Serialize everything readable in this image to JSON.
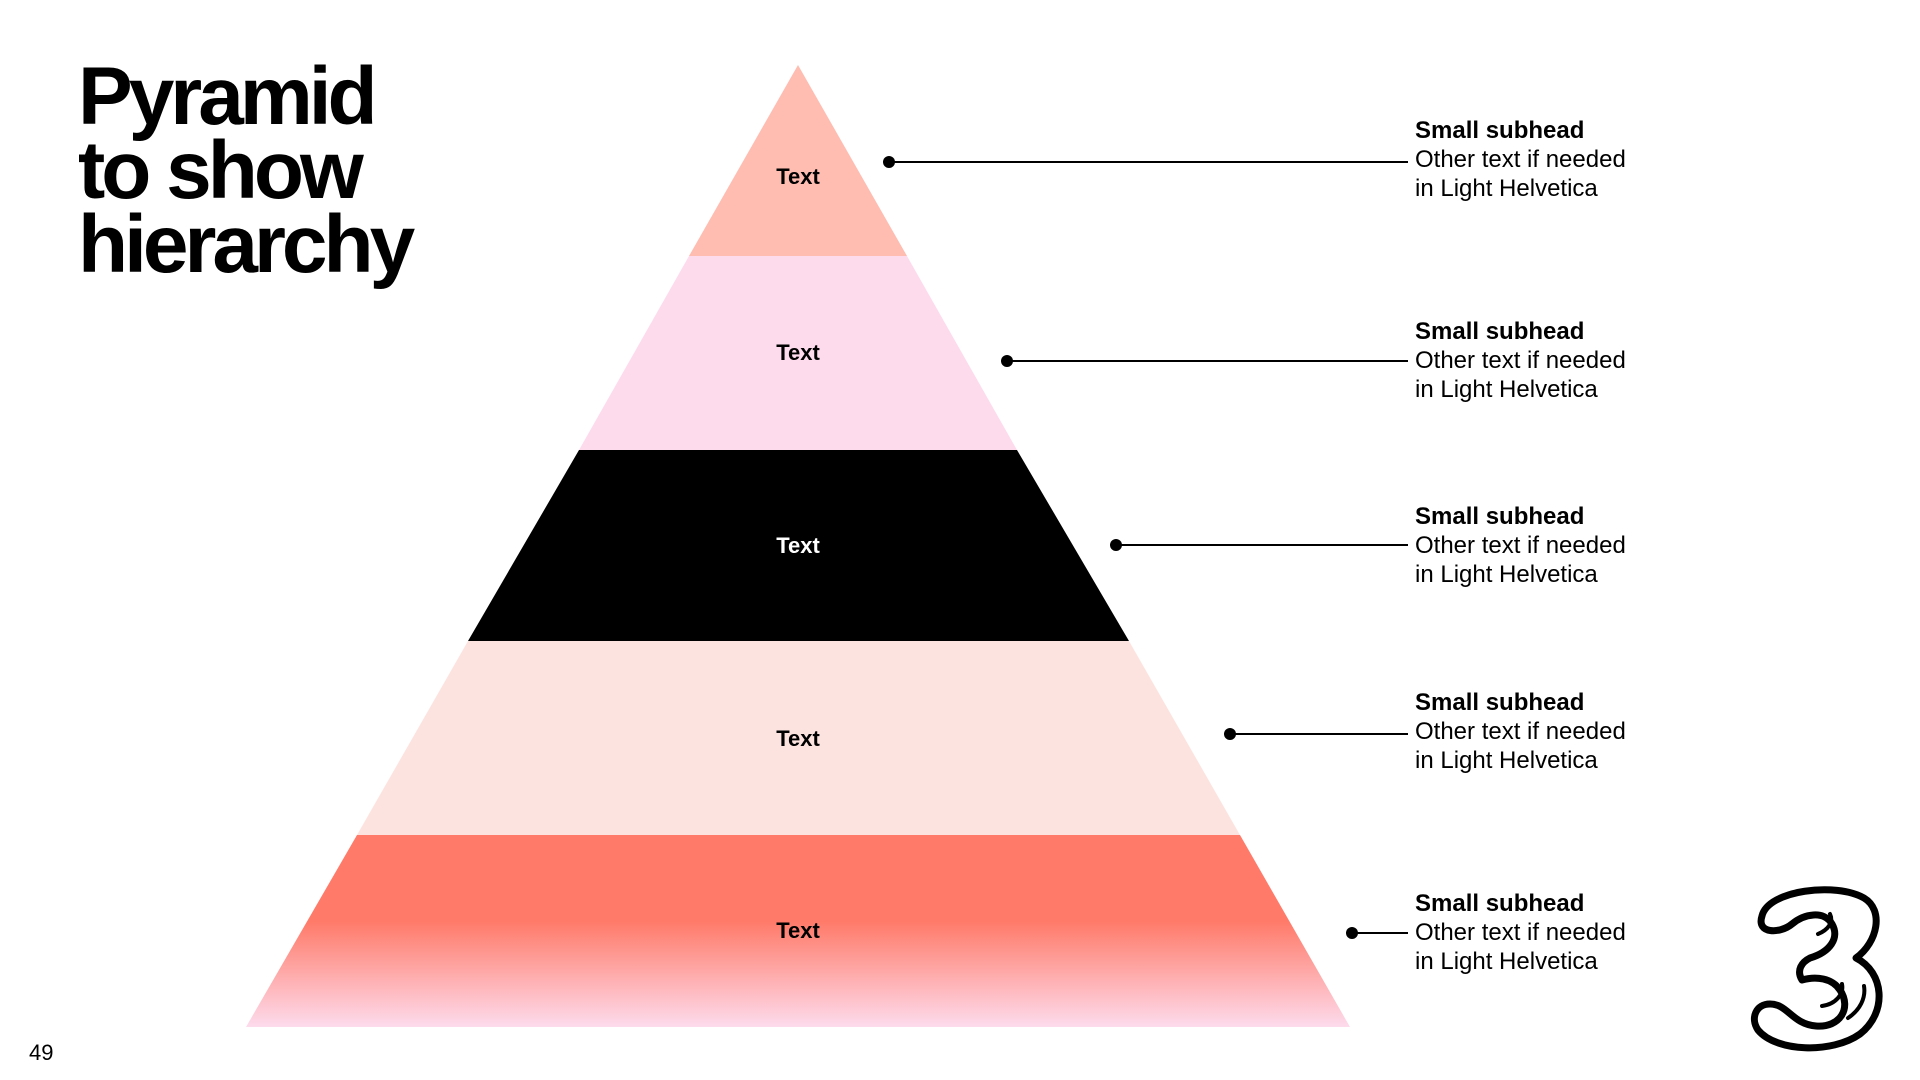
{
  "slide": {
    "title_lines": [
      "Pyramid",
      "to show",
      "hierarchy"
    ],
    "page_number": "49"
  },
  "pyramid": {
    "tiers": [
      {
        "label": "Text",
        "fill": "#ffbcb1",
        "label_color": "#000000"
      },
      {
        "label": "Text",
        "fill": "#fddbec",
        "label_color": "#000000"
      },
      {
        "label": "Text",
        "fill": "#000000",
        "label_color": "#ffffff"
      },
      {
        "label": "Text",
        "fill": "#fde3df",
        "label_color": "#000000"
      },
      {
        "label": "Text",
        "fill": "#ff7a69",
        "fill_bottom": "#fddbec",
        "label_color": "#000000"
      }
    ]
  },
  "callouts": [
    {
      "subhead": "Small subhead",
      "line1": "Other text if needed",
      "line2": "in Light Helvetica"
    },
    {
      "subhead": "Small subhead",
      "line1": "Other text if needed",
      "line2": "in Light Helvetica"
    },
    {
      "subhead": "Small subhead",
      "line1": "Other text if needed",
      "line2": "in Light Helvetica"
    },
    {
      "subhead": "Small subhead",
      "line1": "Other text if needed",
      "line2": "in Light Helvetica"
    },
    {
      "subhead": "Small subhead",
      "line1": "Other text if needed",
      "line2": "in Light Helvetica"
    }
  ],
  "logo": {
    "icon": "three-logo-icon"
  }
}
